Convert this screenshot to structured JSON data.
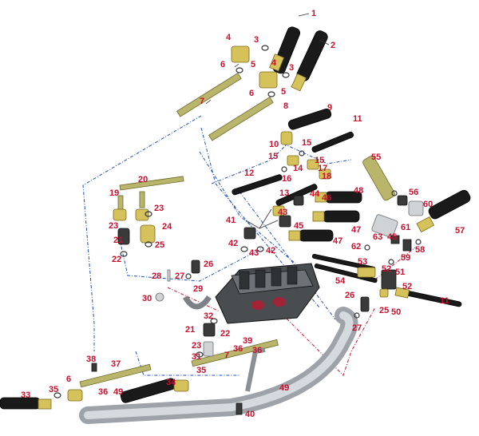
{
  "callouts": [
    "1",
    "2",
    "3",
    "4",
    "5",
    "6",
    "7",
    "8",
    "9",
    "10",
    "11",
    "12",
    "13",
    "14",
    "15",
    "16",
    "17",
    "18",
    "19",
    "20",
    "21",
    "22",
    "23",
    "24",
    "25",
    "26",
    "27",
    "28",
    "29",
    "30",
    "31",
    "32",
    "33",
    "34",
    "35",
    "36",
    "37",
    "38",
    "39",
    "40",
    "41",
    "42",
    "43",
    "44",
    "45",
    "46",
    "47",
    "48",
    "49",
    "50",
    "51",
    "52",
    "53",
    "54",
    "55",
    "56",
    "57",
    "58",
    "59",
    "60",
    "61",
    "62",
    "63"
  ],
  "colors": {
    "callout": "#c8102e",
    "dash_blue": "#1f4fb8",
    "dash_red": "#c8102e",
    "hose": "#1a1a1a",
    "tube": "#b9b56a",
    "brass": "#d6c25a",
    "steel": "#cfd3d6"
  }
}
